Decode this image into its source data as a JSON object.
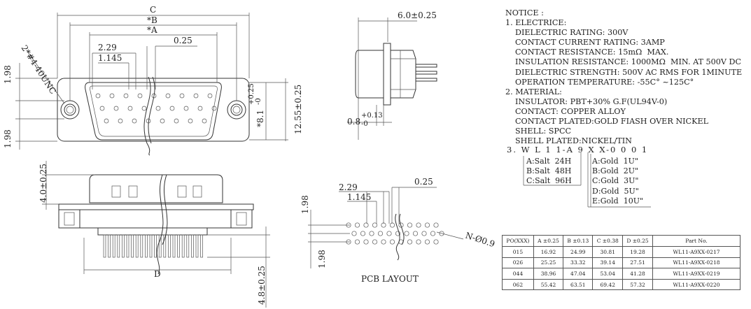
{
  "front_view": {
    "dim_c": "C",
    "dim_b": "*B",
    "dim_a": "*A",
    "dim_229": "2.29",
    "dim_1145": "1.145",
    "dim_025": "0.25",
    "dim_198_top": "1.98",
    "dim_198_bot": "1.98",
    "thread_label": "2*#4-40UNC",
    "dim_81": "*8.1",
    "dim_81_tol_up": "+0.25",
    "dim_81_tol_dn": "-0",
    "dim_1255": "12.55±0.25"
  },
  "side_view": {
    "dim_60": "6.0±0.25",
    "dim_08": "0.8",
    "dim_08_tol_up": "+0.13",
    "dim_08_tol_dn": "-0"
  },
  "bottom_view": {
    "dim_40": "4.0±0.25",
    "dim_d": "D",
    "dim_48": "4.8±0.25"
  },
  "pcb_layout": {
    "dim_229": "2.29",
    "dim_1145": "1.145",
    "dim_025": "0.25",
    "dim_198_top": "1.98",
    "dim_198_bot": "1.98",
    "hole_label": "N-Ø0.9",
    "title": "PCB LAYOUT"
  },
  "notice": {
    "lines": [
      {
        "text": "NOTICE :",
        "indent": 1
      },
      {
        "text": "1. ELECTRICE:",
        "indent": 1
      },
      {
        "text": "DIELECTRIC RATING: 300V",
        "indent": 2
      },
      {
        "text": "CONTACT CURRENT RATING: 3AMP",
        "indent": 2
      },
      {
        "text": "CONTACT RESISTANCE: 15mΩ  MAX.",
        "indent": 2
      },
      {
        "text": "INSULATION RESISTANCE: 1000MΩ  MIN. AT 500V DC",
        "indent": 2
      },
      {
        "text": "DIELECTRIC STRENGTH: 500V AC RMS FOR 1MINUTE",
        "indent": 2
      },
      {
        "text": "OPERATION TEMPERATURE: -55C° ~125C°",
        "indent": 2
      },
      {
        "text": "2. MATERIAL:",
        "indent": 1
      },
      {
        "text": "INSULATOR: PBT+30% G.F(UL94V-0)",
        "indent": 2
      },
      {
        "text": "CONTACT: COPPER ALLOY",
        "indent": 2
      },
      {
        "text": "CONTACT PLATED:GOLD FIASH OVER NICKEL",
        "indent": 2
      },
      {
        "text": "SHELL: SPCC",
        "indent": 2
      },
      {
        "text": "SHELL PLATED:NICKEL/TIN",
        "indent": 2
      }
    ]
  },
  "part_code": "3. W L 1 1-A 9 X X-0 0 0 1",
  "salt_options": [
    "A:Salt  24H",
    "B:Salt  48H",
    "C:Salt  96H"
  ],
  "gold_options": [
    "A:Gold  1U\"",
    "B:Gold  2U\"",
    "C:Gold  3U\"",
    "D:Gold  5U\"",
    "E:Gold  10U\""
  ],
  "table": {
    "headers": [
      "PO(XXX)",
      "A ±0.25",
      "B ±0.13",
      "C ±0.38",
      "D ±0.25",
      "Part   No."
    ],
    "rows": [
      [
        "015",
        "16.92",
        "24.99",
        "30.81",
        "19.28",
        "WL11-A9XX-0217"
      ],
      [
        "026",
        "25.25",
        "33.32",
        "39.14",
        "27.51",
        "WL11-A9XX-0218"
      ],
      [
        "044",
        "38.96",
        "47.04",
        "53.04",
        "41.28",
        "WL11-A9XX-0219"
      ],
      [
        "062",
        "55.42",
        "63.51",
        "69.42",
        "57.32",
        "WL11-A9XX-0220"
      ]
    ]
  }
}
